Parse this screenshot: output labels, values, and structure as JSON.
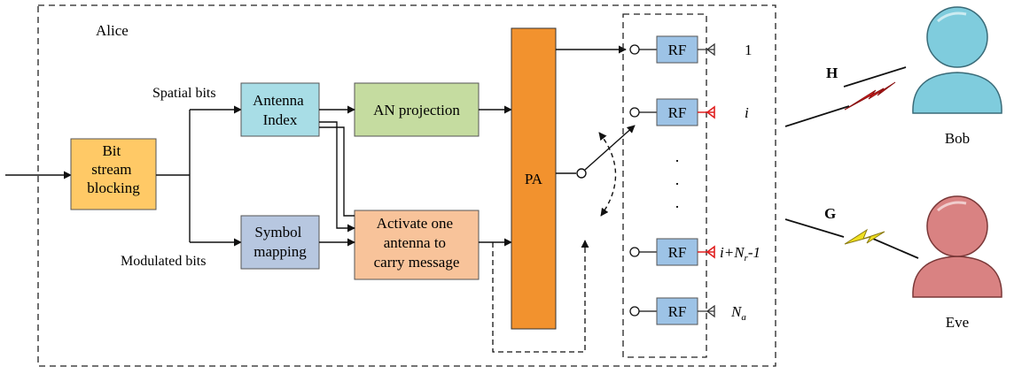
{
  "alice_label": "Alice",
  "blocks": {
    "bit_stream": [
      "Bit",
      "stream",
      "blocking"
    ],
    "antenna_index": [
      "Antenna",
      "Index"
    ],
    "symbol_mapping": [
      "Symbol",
      "mapping"
    ],
    "an_projection": [
      "AN projection"
    ],
    "activate": [
      "Activate one",
      "antenna to",
      "carry message"
    ],
    "pa": "PA",
    "rf": "RF"
  },
  "labels": {
    "spatial_bits": "Spatial bits",
    "modulated_bits": "Modulated bits"
  },
  "antennas": {
    "first": "1",
    "i": "i",
    "i_plus_base": "i+N",
    "i_plus_sub": "r",
    "i_plus_tail": "-1",
    "na_base": "N",
    "na_sub": "a",
    "dot": "."
  },
  "channels": {
    "bob_channel": "H",
    "eve_channel": "G"
  },
  "users": {
    "bob": "Bob",
    "eve": "Eve"
  },
  "colors": {
    "bit_stream": "#FFC966",
    "antenna_index": "#A8DDE6",
    "an_projection": "#C5DCA0",
    "symbol_mapping": "#B7C7E0",
    "activate": "#F8C39A",
    "pa": "#F2922E",
    "rf": "#9DC3E6",
    "active_antenna": "#E02020",
    "bob": "#7FCCDD",
    "eve": "#D98282",
    "bolt_bob": "#E02020",
    "bolt_eve": "#F0E020"
  }
}
